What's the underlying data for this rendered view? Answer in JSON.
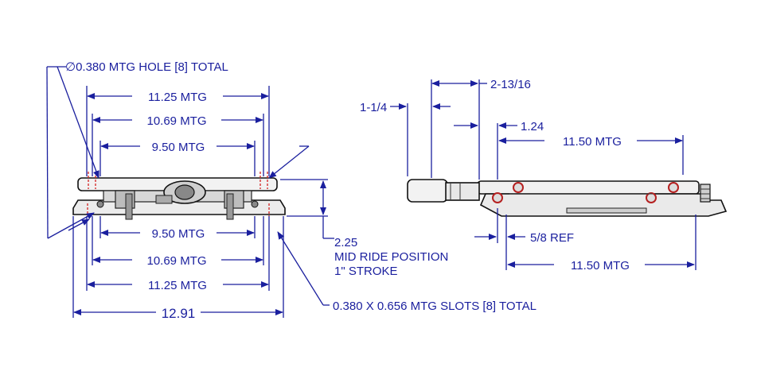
{
  "front_view": {
    "hole_note": "∅0.380 MTG HOLE [8] TOTAL",
    "top_dim_1": "11.25  MTG",
    "top_dim_2": "10.69  MTG",
    "top_dim_3": "9.50  MTG",
    "bottom_dim_1": "9.50  MTG",
    "bottom_dim_2": "10.69  MTG",
    "bottom_dim_3": "11.25  MTG",
    "overall_width": "12.91",
    "slot_note": "0.380 X 0.656  MTG SLOTS [8] TOTAL"
  },
  "side_view": {
    "dim_1_1_4": "1-1/4",
    "dim_2_13_16": "2-13/16",
    "dim_1_24": "1.24",
    "top_mtg": "11.50  MTG",
    "ref": "5/8  REF",
    "bottom_mtg": "11.50  MTG"
  },
  "height_note": {
    "line1": "2.25",
    "line2": "MID RIDE POSITION",
    "line3": "1\" STROKE"
  },
  "colors": {
    "dimension": "#1a1f9e",
    "part": "#111111",
    "marker": "#d32222"
  }
}
